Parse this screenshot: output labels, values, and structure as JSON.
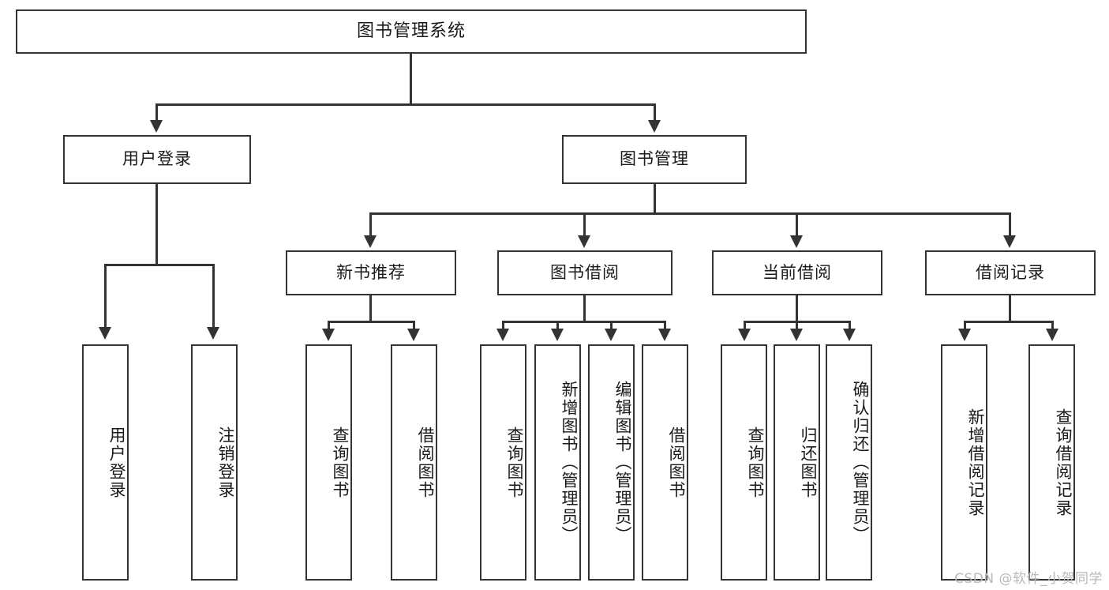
{
  "diagram": {
    "title": "图书管理系统",
    "type": "hierarchy-tree",
    "background_color": "#ffffff",
    "line_color": "#333333",
    "text_color": "#1a1a1a"
  },
  "root": {
    "label": "图书管理系统"
  },
  "level1": [
    {
      "label": "用户登录"
    },
    {
      "label": "图书管理"
    }
  ],
  "level2": [
    {
      "label": "新书推荐"
    },
    {
      "label": "图书借阅"
    },
    {
      "label": "当前借阅"
    },
    {
      "label": "借阅记录"
    }
  ],
  "leaves": {
    "user_login": [
      {
        "label": "用户登录"
      },
      {
        "label": "注销登录"
      }
    ],
    "new_book_recommend": [
      {
        "label": "查询图书"
      },
      {
        "label": "借阅图书"
      }
    ],
    "book_borrow": [
      {
        "label": "查询图书"
      },
      {
        "label": "新增图书（管理员）"
      },
      {
        "label": "编辑图书（管理员）"
      },
      {
        "label": "借阅图书"
      }
    ],
    "current_borrow": [
      {
        "label": "查询图书"
      },
      {
        "label": "归还图书"
      },
      {
        "label": "确认归还（管理员）"
      }
    ],
    "borrow_record": [
      {
        "label": "新增借阅记录"
      },
      {
        "label": "查询借阅记录"
      }
    ]
  },
  "watermark": {
    "text": "CSDN @软件_小贺同学"
  }
}
